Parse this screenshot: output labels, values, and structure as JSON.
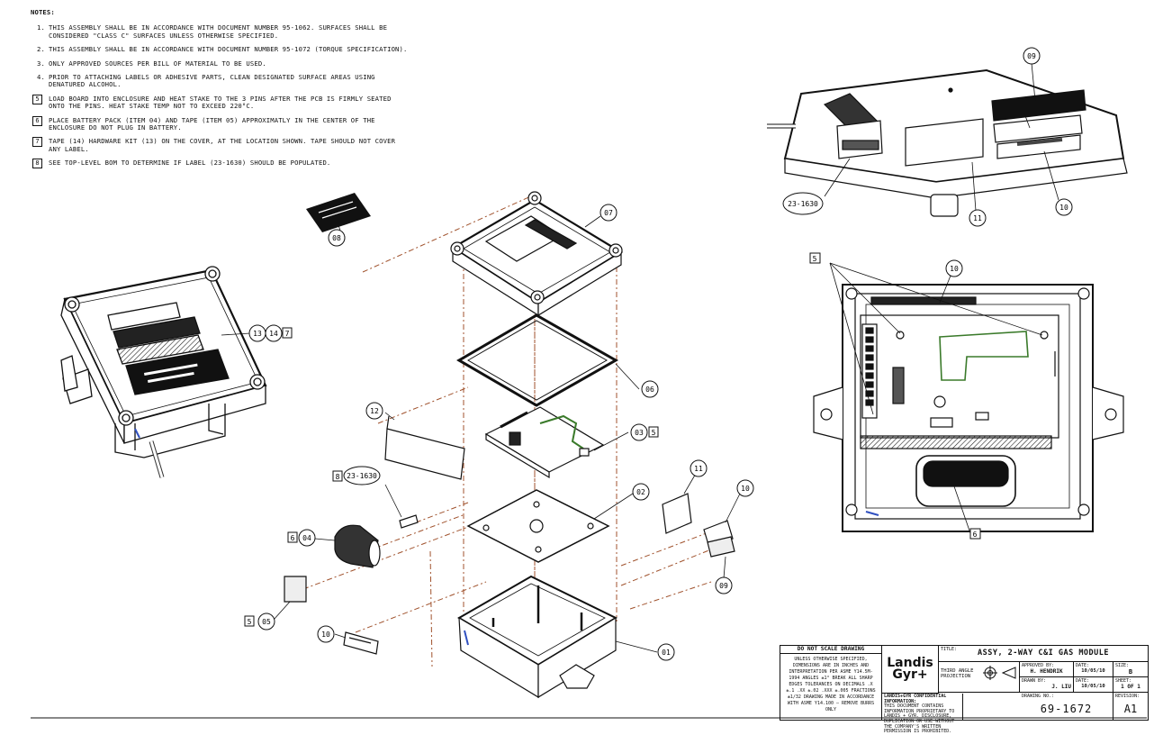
{
  "notes": {
    "heading": "NOTES:",
    "items": [
      {
        "num": "1.",
        "boxed": false,
        "text": "THIS ASSEMBLY SHALL BE IN ACCORDANCE WITH DOCUMENT NUMBER 95-1062. SURFACES SHALL BE CONSIDERED \"CLASS C\" SURFACES UNLESS OTHERWISE SPECIFIED."
      },
      {
        "num": "2.",
        "boxed": false,
        "text": "THIS ASSEMBLY SHALL BE IN ACCORDANCE WITH DOCUMENT NUMBER 95-1072 (TORQUE SPECIFICATION)."
      },
      {
        "num": "3.",
        "boxed": false,
        "text": "ONLY APPROVED SOURCES PER BILL OF MATERIAL TO BE USED."
      },
      {
        "num": "4.",
        "boxed": false,
        "text": "PRIOR TO ATTACHING LABELS OR ADHESIVE PARTS, CLEAN DESIGNATED SURFACE AREAS USING DENATURED ALCOHOL."
      },
      {
        "num": "5",
        "boxed": true,
        "text": "LOAD BOARD INTO ENCLOSURE AND HEAT STAKE TO THE 3 PINS AFTER THE PCB IS FIRMLY SEATED ONTO THE PINS. HEAT STAKE TEMP NOT TO EXCEED 220°C."
      },
      {
        "num": "6",
        "boxed": true,
        "text": "PLACE BATTERY PACK (ITEM 04) AND TAPE (ITEM 05) APPROXIMATLY IN THE CENTER OF THE ENCLOSURE DO NOT PLUG IN BATTERY."
      },
      {
        "num": "7",
        "boxed": true,
        "text": "TAPE (14) HARDWARE KIT (13) ON THE COVER, AT THE LOCATION SHOWN. TAPE SHOULD NOT COVER ANY LABEL."
      },
      {
        "num": "8",
        "boxed": true,
        "text": "SEE TOP-LEVEL BOM TO DETERMINE IF LABEL (23-1630) SHOULD BE POPULATED."
      }
    ]
  },
  "callouts": {
    "c08": "08",
    "c07": "07",
    "c06": "06",
    "c03": "03",
    "c03b": "5",
    "c12": "12",
    "c02": "02",
    "c11a": "11",
    "c10a": "10",
    "c09a": "09",
    "c8box": "8",
    "c23a": "23-1630",
    "c6box": "6",
    "c04": "04",
    "c5box": "5",
    "c05": "05",
    "c10b": "10",
    "c01": "01",
    "c13": "13",
    "c14": "14",
    "c7box": "7",
    "r09": "09",
    "r23": "23-1630",
    "r11": "11",
    "r10": "10",
    "r5": "5",
    "r16": "10",
    "r6": "6"
  },
  "title_block": {
    "left_header": "DO NOT SCALE DRAWING",
    "left_body": "UNLESS OTHERWISE SPECIFIED, DIMENSIONS ARE IN INCHES AND INTERPRETATION PER ASME Y14.5M-1994 ANGLES ±1° BREAK ALL SHARP EDGES TOLERANCES ON DECIMALS .X ±.1 .XX ±.02 .XXX ±.005 FRACTIONS ±1/32 DRAWING MADE IN ACCORDANCE WITH ASME Y14.100 — REMOVE BURRS ONLY",
    "logo_line1": "Landis",
    "logo_line2": "Gyr+",
    "title_label": "TITLE:",
    "title_value": "ASSY, 2-WAY C&I GAS MODULE",
    "projection": "THIRD ANGLE PROJECTION",
    "approved_label": "APPROVED BY:",
    "approved_value": "H. HENDRIK",
    "approved_date_label": "DATE:",
    "approved_date": "10/05/10",
    "size_label": "SIZE:",
    "size_value": "B",
    "drawn_label": "DRAWN BY:",
    "drawn_value": "J. LIU",
    "drawn_date_label": "DATE:",
    "drawn_date": "10/05/10",
    "sheet_label": "SHEET:",
    "sheet_value": "1 OF 1",
    "conf_title": "LANDIS+GYR CONFIDENTIAL INFORMATION:",
    "conf_text": "THIS DOCUMENT CONTAINS INFORMATION PROPRIETARY TO LANDIS + GYR. DISCLOSURE, DUPLICATION OR USE WITHOUT THE COMPANY'S WRITTEN PERMISSION IS PROHIBITED.",
    "dwg_label": "DRAWING NO.:",
    "dwg_value": "69-1672",
    "rev_label": "REVISION:",
    "rev_value": "A1"
  }
}
